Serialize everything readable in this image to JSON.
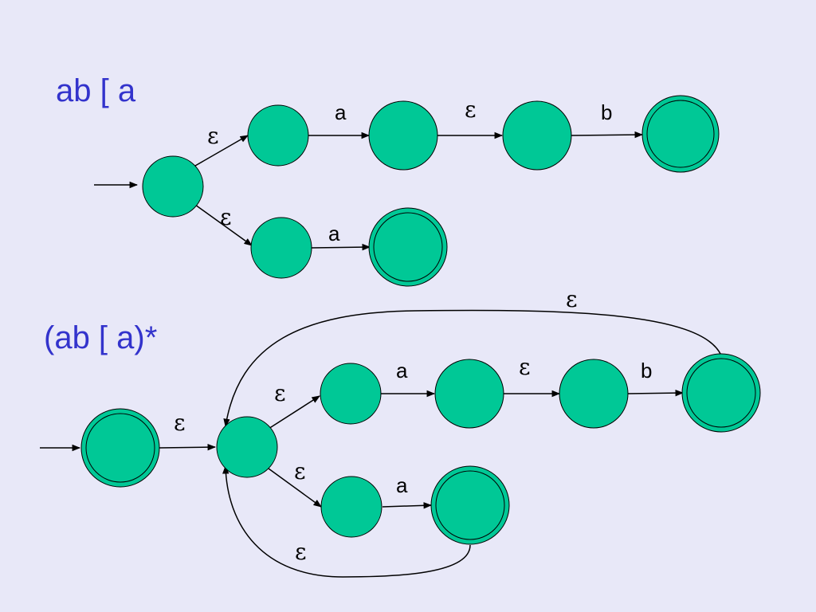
{
  "slide": {
    "title_top": "ab [ a",
    "title_bottom": "(ab [ a)*"
  },
  "colors": {
    "background": "#e8e8f8",
    "title": "#3333cc",
    "state_fill": "#00c896",
    "edge": "#000000"
  },
  "nfa_top": {
    "labels": {
      "eps_upper": "ε",
      "a_upper": "a",
      "eps_mid": "ε",
      "b_upper": "b",
      "eps_lower": "ε",
      "a_lower": "a"
    }
  },
  "nfa_bottom": {
    "labels": {
      "eps_loop_top": "ε",
      "eps_start": "ε",
      "eps_upper": "ε",
      "a_upper": "a",
      "eps_mid": "ε",
      "b_upper": "b",
      "eps_lower": "ε",
      "a_lower": "a",
      "eps_loop_bottom": "ε"
    }
  }
}
